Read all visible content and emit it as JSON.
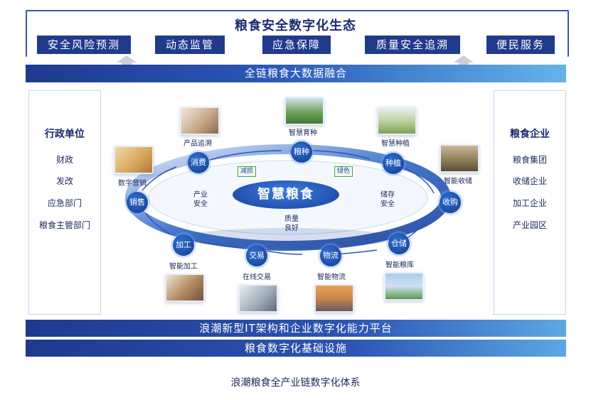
{
  "ecosystem": {
    "title": "粮食安全数字化生态",
    "tabs": [
      "安全风险预测",
      "动态监管",
      "应急保障",
      "质量安全追溯",
      "便民服务"
    ]
  },
  "fusion_bar": "全链粮食大数据融合",
  "left_panel": {
    "title": "行政单位",
    "items": [
      "财政",
      "发改",
      "应急部门",
      "粮食主管部门"
    ]
  },
  "right_panel": {
    "title": "粮食企业",
    "items": [
      "粮食集团",
      "收储企业",
      "加工企业",
      "产业园区"
    ]
  },
  "cycle": {
    "center": "智慧粮食",
    "inner_labels": {
      "left": "产业\n安全",
      "right": "储存\n安全",
      "bottom": "质量\n良好"
    },
    "tags": [
      "减损",
      "绿色"
    ],
    "nodes": [
      {
        "node": "粮种",
        "label": "智慧育种",
        "photo_color": "#4f8a3c"
      },
      {
        "node": "种植",
        "label": "智慧种植",
        "photo_color": "#8fb36a"
      },
      {
        "node": "收购",
        "label": "智能收储",
        "photo_color": "#8a7a55"
      },
      {
        "node": "仓储",
        "label": "智能粮库",
        "photo_color": "#6fa0cf"
      },
      {
        "node": "物流",
        "label": "智能物流",
        "photo_color": "#c9854a"
      },
      {
        "node": "交易",
        "label": "在线交易",
        "photo_color": "#9aa7b5"
      },
      {
        "node": "加工",
        "label": "智能加工",
        "photo_color": "#b08a60"
      },
      {
        "node": "销售",
        "label": "数字营销",
        "photo_color": "#d9a860"
      },
      {
        "node": "消费",
        "label": "产品追溯",
        "photo_color": "#c9a98a"
      }
    ]
  },
  "platform_bar": "浪潮新型IT架构和企业数字化能力平台",
  "infra_bar": "粮食数字化基础设施",
  "caption": "浪潮粮食全产业链数字化体系"
}
